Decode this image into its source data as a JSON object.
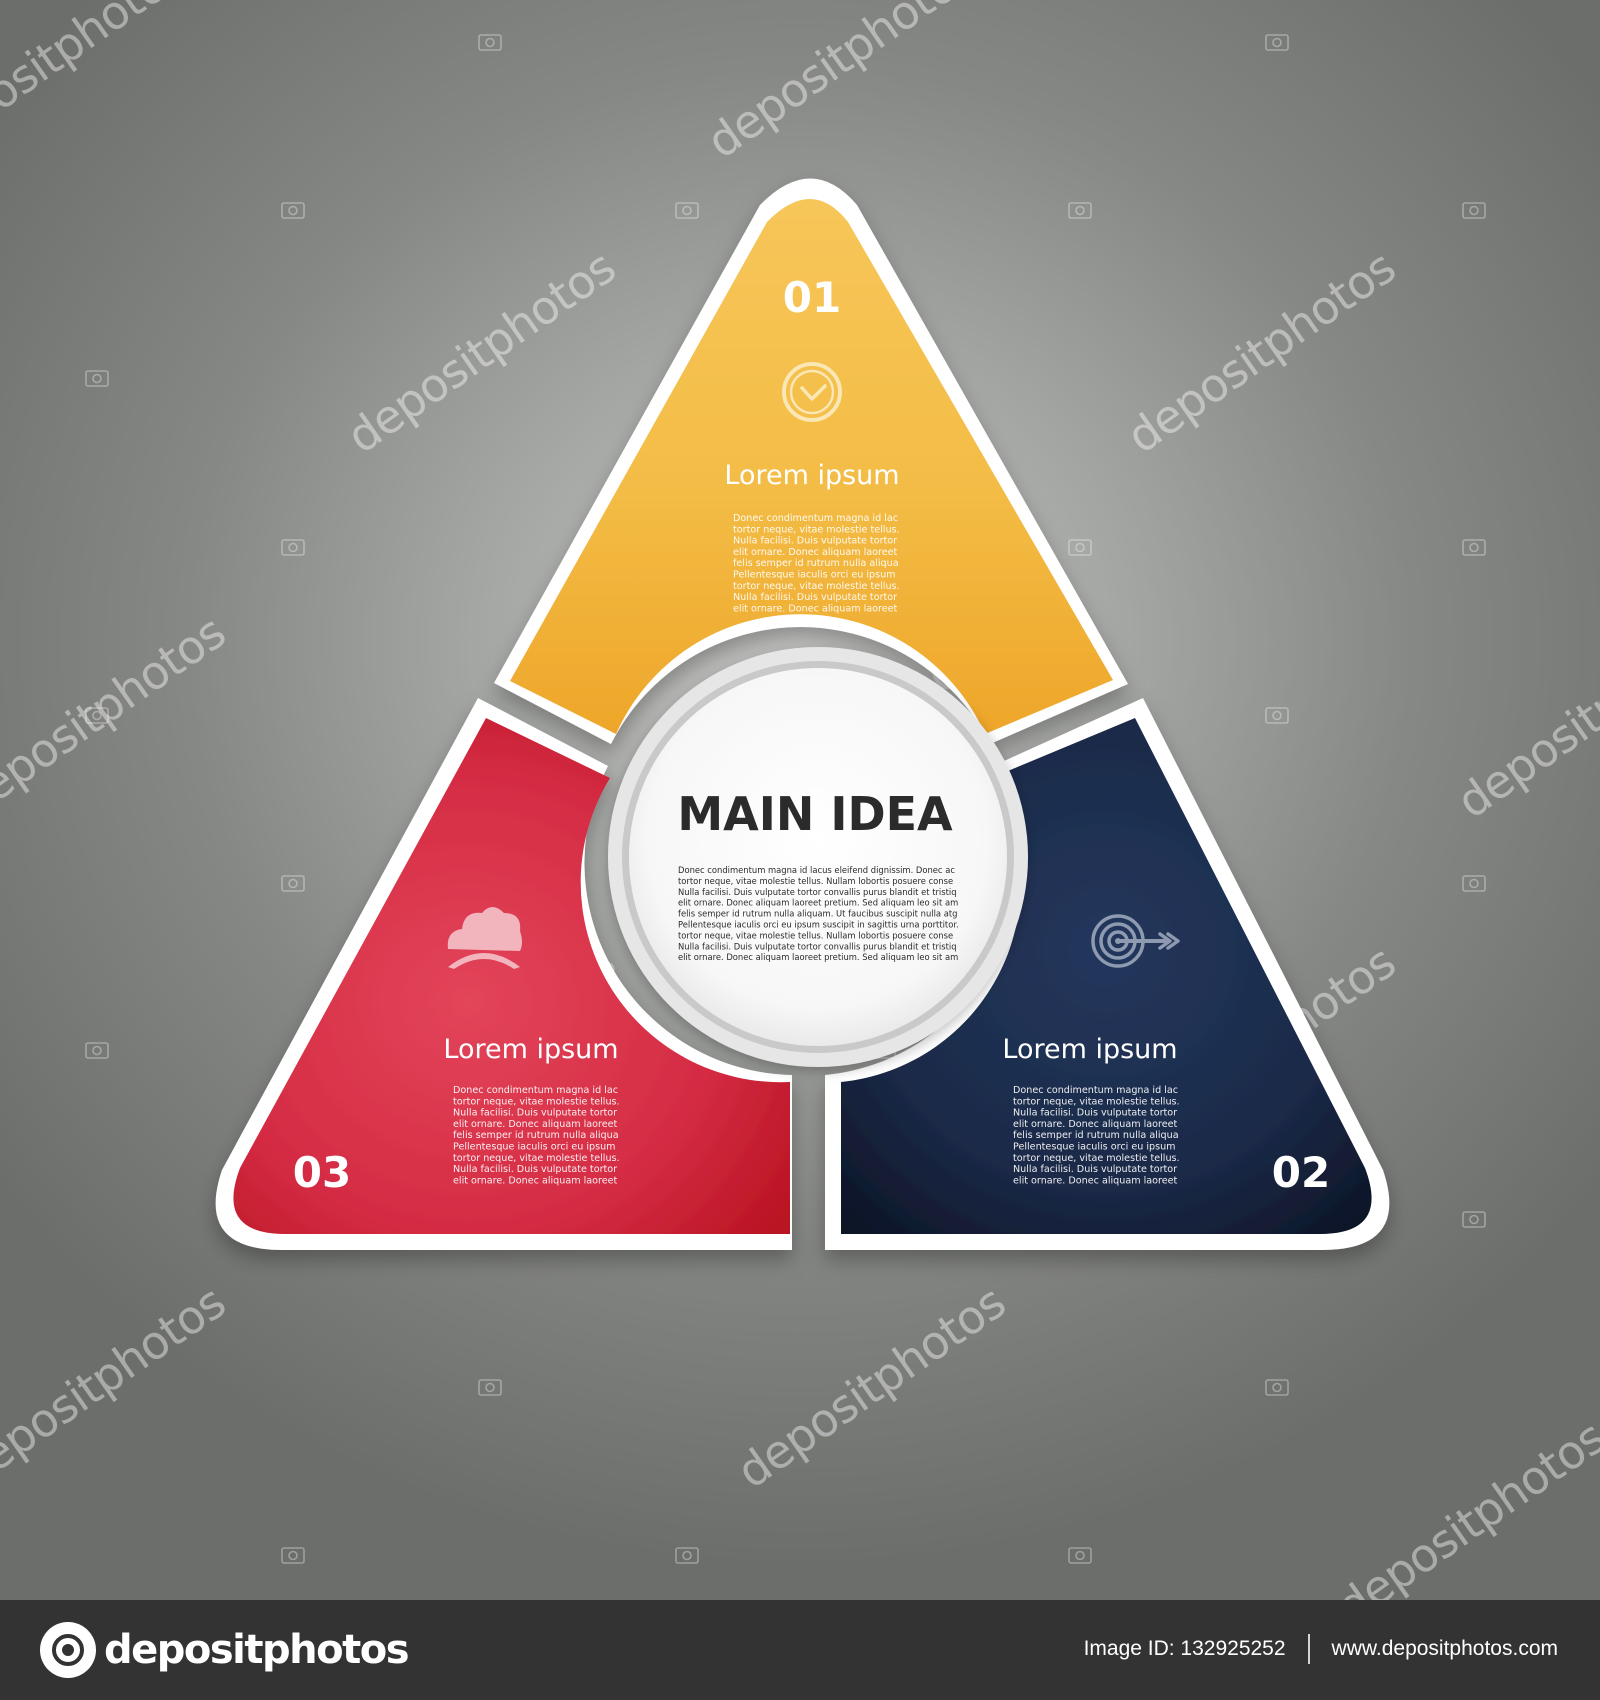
{
  "center": {
    "title": "MAIN IDEA",
    "body_lines": [
      "Donec condimentum magna id lacus eleifend dignissim. Donec ac",
      "tortor neque, vitae molestie tellus. Nullam lobortis posuere  conse",
      "Nulla facilisi. Duis vulputate tortor convallis purus blandit et tristiq",
      "elit ornare. Donec aliquam laoreet pretium. Sed aliquam leo sit am",
      "felis semper id rutrum nulla aliquam. Ut faucibus suscipit nulla atg",
      "Pellentesque iaculis orci eu ipsum suscipit in sagittis urna porttitor.",
      "tortor neque, vitae molestie tellus. Nullam lobortis posuere  conse",
      "Nulla facilisi. Duis vulputate tortor convallis purus blandit et tristiq",
      "elit ornare. Donec aliquam laoreet pretium. Sed aliquam leo sit am"
    ]
  },
  "segments": [
    {
      "number": "01",
      "title": "Lorem ipsum",
      "icon": "clock-icon",
      "color": "#f3bb3a",
      "body_lines": [
        "Donec condimentum magna id lac",
        "tortor neque, vitae molestie tellus.",
        "Nulla facilisi. Duis vulputate tortor",
        "elit ornare. Donec aliquam laoreet",
        "felis semper id rutrum nulla aliqua",
        "Pellentesque iaculis orci eu ipsum",
        "tortor neque, vitae molestie tellus.",
        "Nulla facilisi. Duis vulputate tortor",
        "elit ornare. Donec aliquam laoreet"
      ]
    },
    {
      "number": "02",
      "title": "Lorem ipsum",
      "icon": "target-icon",
      "color": "#1c2a4a",
      "body_lines": [
        "Donec condimentum magna id lac",
        "tortor neque, vitae molestie tellus.",
        "Nulla facilisi. Duis vulputate tortor",
        "elit ornare. Donec aliquam laoreet",
        "felis semper id rutrum nulla aliqua",
        "Pellentesque iaculis orci eu ipsum",
        "tortor neque, vitae molestie tellus.",
        "Nulla facilisi. Duis vulputate tortor",
        "elit ornare. Donec aliquam laoreet"
      ]
    },
    {
      "number": "03",
      "title": "Lorem ipsum",
      "icon": "cloud-icon",
      "color": "#d92b42",
      "body_lines": [
        "Donec condimentum magna id lac",
        "tortor neque, vitae molestie tellus.",
        "Nulla facilisi. Duis vulputate tortor",
        "elit ornare. Donec aliquam laoreet",
        "felis semper id rutrum nulla aliqua",
        "Pellentesque iaculis orci eu ipsum",
        "tortor neque, vitae molestie tellus.",
        "Nulla facilisi. Duis vulputate tortor",
        "elit ornare. Donec aliquam laoreet"
      ]
    }
  ],
  "watermark": {
    "text": "depositphotos"
  },
  "footer": {
    "brand": "depositphotos",
    "image_id": "Image ID: 132925252",
    "site": "www.depositphotos.com"
  }
}
